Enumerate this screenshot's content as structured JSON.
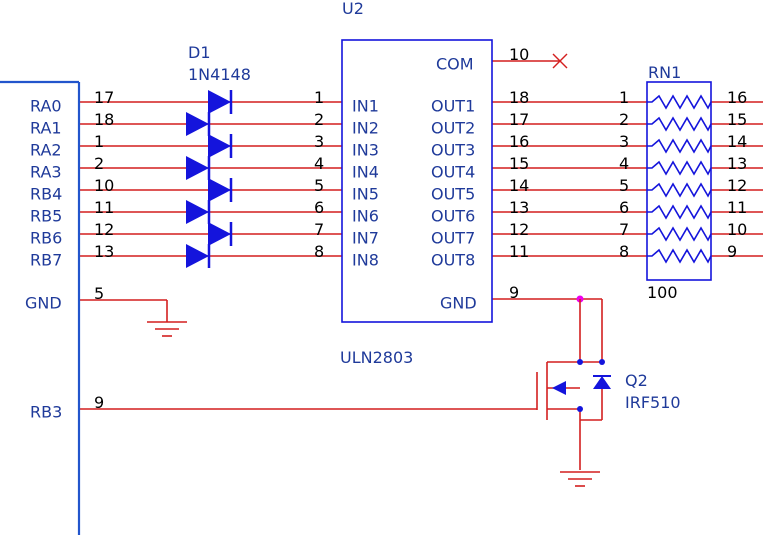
{
  "colors": {
    "wire": "#d41f1f",
    "component": "#1414dc",
    "connector": "#2255cc",
    "junction": "#ee00ee",
    "pin_text": "#000000",
    "label_text": "#1f3a9a"
  },
  "connector": {
    "signals": [
      "RA0",
      "RA1",
      "RA2",
      "RA3",
      "RB4",
      "RB5",
      "RB6",
      "RB7"
    ],
    "pins": [
      "17",
      "18",
      "1",
      "2",
      "10",
      "11",
      "12",
      "13"
    ],
    "gnd_label": "GND",
    "gnd_pin": "5",
    "rb3_label": "RB3",
    "rb3_pin": "9"
  },
  "diodes": {
    "ref": "D1",
    "part": "1N4148"
  },
  "ic": {
    "ref": "U2",
    "part": "ULN2803",
    "inputs": [
      "IN1",
      "IN2",
      "IN3",
      "IN4",
      "IN5",
      "IN6",
      "IN7",
      "IN8"
    ],
    "input_pins": [
      "1",
      "2",
      "3",
      "4",
      "5",
      "6",
      "7",
      "8"
    ],
    "outputs": [
      "OUT1",
      "OUT2",
      "OUT3",
      "OUT4",
      "OUT5",
      "OUT6",
      "OUT7",
      "OUT8"
    ],
    "output_pins": [
      "18",
      "17",
      "16",
      "15",
      "14",
      "13",
      "12",
      "11"
    ],
    "com_label": "COM",
    "com_pin": "10",
    "gnd_label": "GND",
    "gnd_pin": "9"
  },
  "resistor_network": {
    "ref": "RN1",
    "value": "100",
    "left_pins": [
      "1",
      "2",
      "3",
      "4",
      "5",
      "6",
      "7",
      "8"
    ],
    "right_pins": [
      "16",
      "15",
      "14",
      "13",
      "12",
      "11",
      "10",
      "9"
    ]
  },
  "mosfet": {
    "ref": "Q2",
    "part": "IRF510"
  },
  "icons": [
    "ground-symbol-icon",
    "diode-symbol-icon",
    "mosfet-symbol-icon",
    "no-connect-icon",
    "resistor-zigzag-icon"
  ]
}
